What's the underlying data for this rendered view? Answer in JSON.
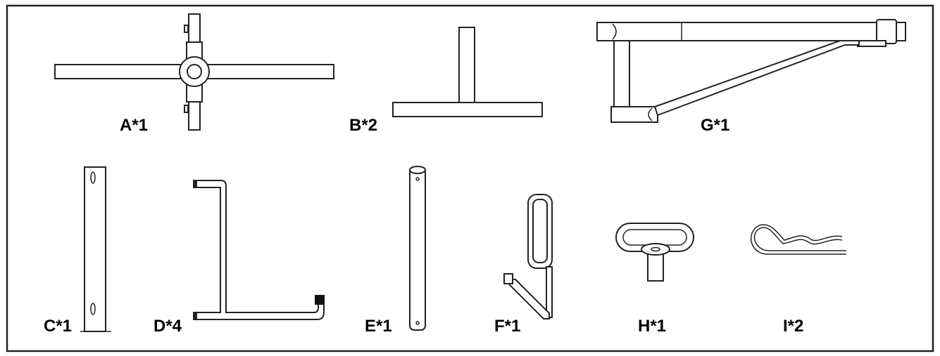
{
  "parts": {
    "a": {
      "label": "A*1"
    },
    "b": {
      "label": "B*2"
    },
    "g": {
      "label": "G*1"
    },
    "c": {
      "label": "C*1"
    },
    "d": {
      "label": "D*4"
    },
    "e": {
      "label": "E*1"
    },
    "f": {
      "label": "F*1"
    },
    "h": {
      "label": "H*1"
    },
    "i": {
      "label": "I*2"
    }
  }
}
